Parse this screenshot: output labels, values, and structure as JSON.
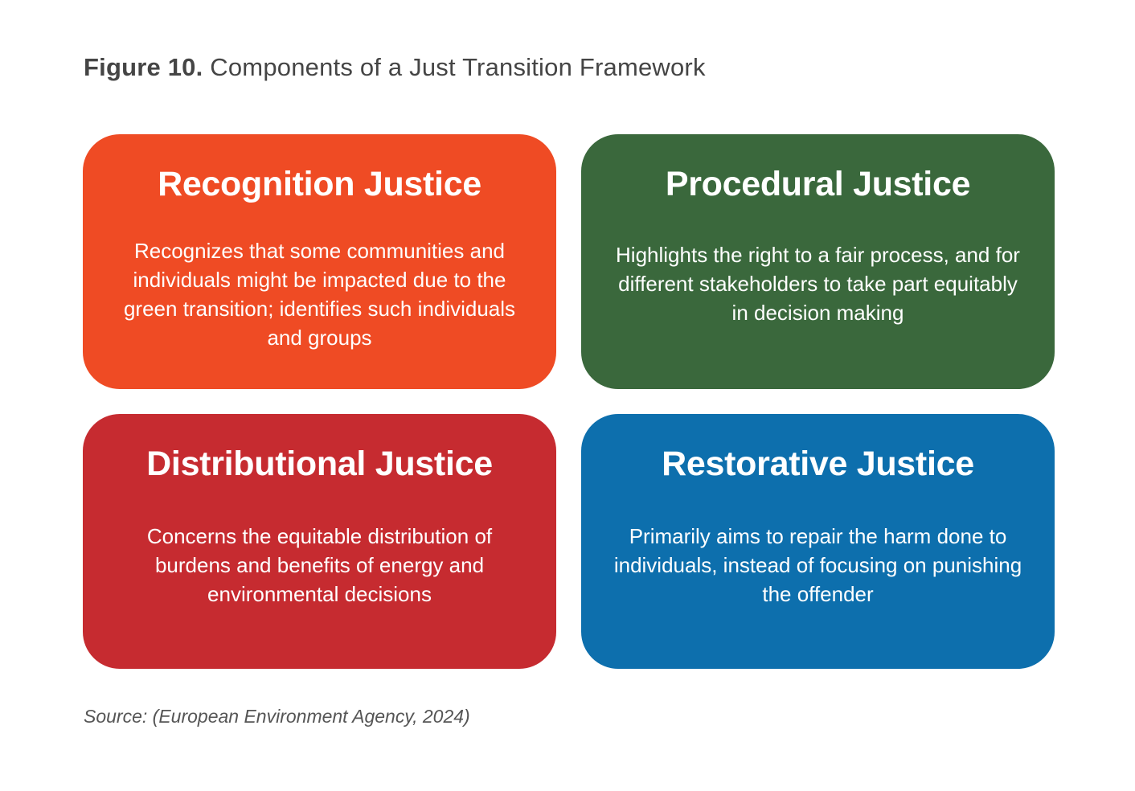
{
  "figure": {
    "label": "Figure 10.",
    "title": "Components of a Just Transition Framework"
  },
  "cards": [
    {
      "heading": "Recognition Justice",
      "body": "Recognizes that some communities and individuals might be impacted due to the green transition; identifies such individuals and groups",
      "color": "#EF4B24"
    },
    {
      "heading": "Procedural Justice",
      "body": "Highlights the right to a fair process, and for different stakeholders to take part equitably in decision making",
      "color": "#3A683C"
    },
    {
      "heading": "Distributional Justice",
      "body": "Concerns the equitable distribution of burdens and benefits of energy and environmental decisions",
      "color": "#C62B30"
    },
    {
      "heading": "Restorative Justice",
      "body": "Primarily aims to repair the harm done to individuals, instead of focusing on punishing the offender",
      "color": "#0D6FAD"
    }
  ],
  "source": "Source: (European Environment Agency, 2024)"
}
